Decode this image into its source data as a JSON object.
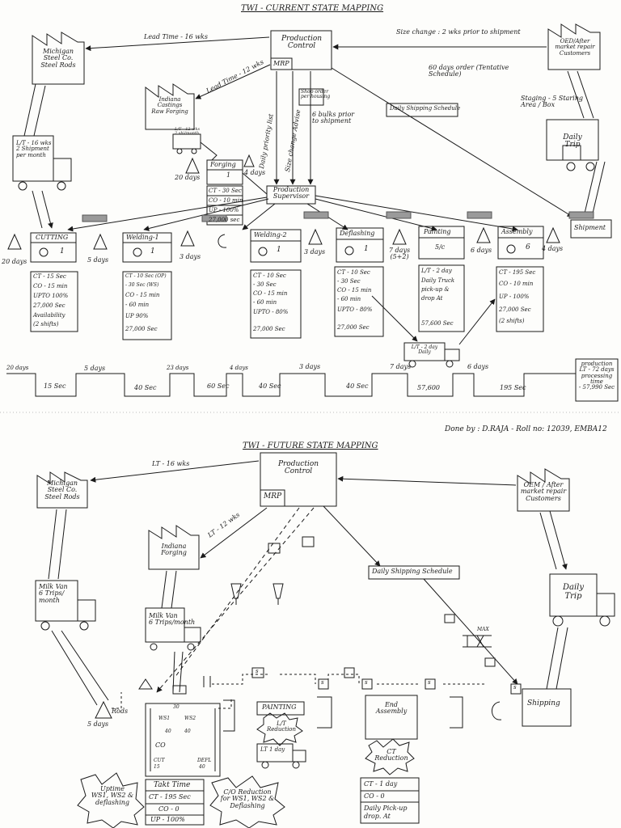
{
  "current": {
    "title": "TWI - CURRENT STATE MAPPING",
    "production_control": "Production\nControl",
    "mrp": "MRP",
    "steel_supplier": "Michigan\nSteel Co.\nSteel Rods",
    "customer": "OED/After\nmarket repair\nCustomers",
    "forging_supplier": "Indiana\nCastings\nRaw Forging",
    "lead_time_steel": "Lead Time - 16 wks",
    "lead_time_forging": "Lead Time - 12 wks",
    "size_change_note": "Size change : 2 wks prior to shipment",
    "order_note": "60 days order (Tentative\nSchedule)",
    "daily_shipping_schedule": "Daily Shipping Schedule",
    "staging_note": "Staging - 5 Staring\nArea / Box",
    "daily_trip": "Daily\nTrip",
    "steel_truck_note": "L/T - 16 wks\n2 Shipment\nper month",
    "forging_truck_note": "L/T - 12 wks\n2 shi/month",
    "daily_priority_list": "Daily priority list",
    "size_change_advise": "Size change Advise",
    "shop_order": "Shop order\nper housing",
    "bulks_note": "6 bulks prior\nto shipment",
    "supervisor": "Production\nSupervisor",
    "forging": {
      "name": "Forging",
      "ops": "1",
      "lines": [
        "CT - 30 Sec",
        "CO - 10 min",
        "UP - 100%",
        "27,000 sec"
      ]
    },
    "inventory_forging": "20 days",
    "inventory_forging_out": "4 days",
    "processes": [
      {
        "name": "CUTTING",
        "ops": "1",
        "inv_before": "20 days",
        "lines": [
          "CT - 15 Sec",
          "CO - 15 min",
          "UPTO 100%",
          "27,000 Sec",
          "Availability",
          "(2 shifts)"
        ]
      },
      {
        "name": "Welding-1",
        "ops": "1",
        "inv_before": "5 days",
        "lines": [
          "CT - 10 Sec (OP)",
          "- 30 Sec (WS)",
          "CO - 15 min",
          "- 60 min",
          "UP 90%",
          "27,000 Sec"
        ]
      },
      {
        "name": "Welding-2",
        "ops": "1",
        "inv_before": "3 days",
        "lines": [
          "CT - 10 Sec",
          "- 30 Sec",
          "CO - 15 min",
          "- 60 min",
          "UPTO - 80%",
          "27,000 Sec"
        ]
      },
      {
        "name": "Deflashing",
        "ops": "1",
        "inv_before": "3 days",
        "lines": [
          "CT - 10 Sec",
          "- 30 Sec",
          "CO - 15 min",
          "- 60 min",
          "UPTO - 80%",
          "27,000 Sec"
        ]
      },
      {
        "name": "Painting",
        "ops": "5/c",
        "inv_before": "7 days\n(5+2)",
        "lines": [
          "L/T - 2 day",
          "Daily Truck",
          "pick-up &",
          "drop At",
          "57,600 Sec"
        ]
      },
      {
        "name": "Assembly",
        "ops": "6",
        "inv_before": "6 days",
        "lines": [
          "CT - 195 Sec",
          "CO - 10 min",
          "UP - 100%",
          "27,000 Sec",
          "(2 shifts)"
        ]
      }
    ],
    "shipment": "Shipment",
    "inventory_ship": "4 days",
    "daily_truck": "L/T - 2 day\nDaily",
    "timeline_days": [
      "20 days",
      "5 days",
      "23 days",
      "4 days",
      "3 days",
      "7 days",
      "6 days"
    ],
    "timeline_times": [
      "15 Sec",
      "40 Sec",
      "60 Sec",
      "40 Sec",
      "40 Sec",
      "57,600",
      "195 Sec"
    ],
    "summary": "production\nLT - 72 days\nprocessing time\n- 57,990 Sec",
    "author": "Done by : D.RAJA - Roll no: 12039, EMBA12"
  },
  "future": {
    "title": "TWI - FUTURE STATE MAPPING",
    "production_control": "Production\nControl",
    "mrp": "MRP",
    "steel_supplier": "Michigan\nSteel Co.\nSteel Rods",
    "customer": "OEM / After\nmarket repair\nCustomers",
    "forging_supplier": "Indiana\nForging",
    "lt_steel": "LT - 16 wks",
    "lt_forging": "LT - 12 wks",
    "milk_van_1": "Milk Van\n6 Trips/\nmonth",
    "milk_van_2": "Milk Van\n6 Trips/month",
    "daily_shipping_schedule": "Daily Shipping Schedule",
    "daily_trip": "Daily\nTrip",
    "rods": "Rods",
    "rods_days": "5 days",
    "max": "MAX",
    "painting": "PAINTING",
    "lt_reduction": "L/T\nReduction",
    "lt_1day": "LT 1 day",
    "end_assembly": "End\nAssembly",
    "ct_reduction": "CT\nReduction",
    "assembly_lines": [
      "CT - 1 day",
      "CO - 0",
      "Daily Pick-up",
      "drop. At"
    ],
    "shipping": "Shipping",
    "cell_labels": [
      "WS1",
      "WS2",
      "CO",
      "CUT",
      "DEFL"
    ],
    "cell_codes": [
      "30",
      "40",
      "40",
      "15",
      "40"
    ],
    "uptime": "Uptime\nWS1, WS2 &\ndeflashing",
    "takt_title": "Takt Time",
    "takt_lines": [
      "CT - 195 Sec",
      "CO - 0",
      "UP - 100%"
    ],
    "co_reduction": "C/O Reduction\nfor WS1, WS2 &\nDeflashing",
    "kanban": "s"
  },
  "colors": {
    "ink": "#1a1a1a",
    "paper": "#fdfdfb",
    "push_arrow": "#8a8a8a"
  }
}
